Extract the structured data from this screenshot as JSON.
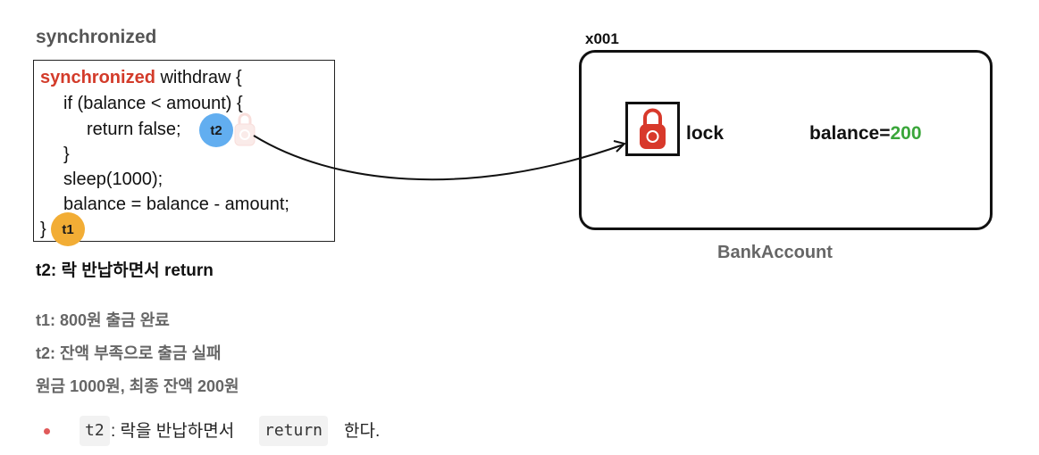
{
  "title": "synchronized",
  "code": {
    "line1_kw": "synchronized",
    "line1_rest": " withdraw {",
    "line2": "if (balance < amount) {",
    "line3": "return false;",
    "line4": "}",
    "line5": "sleep(1000);",
    "line6": "balance = balance - amount;",
    "line7": "}"
  },
  "threads": {
    "t2": "t2",
    "t1": "t1"
  },
  "caption": "t2: 락 반납하면서 return",
  "info_lines": [
    "t1: 800원 출금 완료",
    "t2: 잔액 부족으로 출금 실패",
    "원금 1000원, 최종 잔액 200원"
  ],
  "object": {
    "address": "x001",
    "lock_label": "lock",
    "balance_label": "balance=",
    "balance_value": "200",
    "name": "BankAccount"
  },
  "note": {
    "code1": "t2",
    "text1": ": 락을 반납하면서",
    "code2": "return",
    "text2": "한다."
  },
  "colors": {
    "keyword": "#d33b2a",
    "t2_badge": "#62aef0",
    "t1_badge": "#f2ad35",
    "lock_icon": "#d8392b",
    "balance_value": "#3aa63a",
    "bullet": "#e05a5a"
  },
  "icons": [
    "lock-icon",
    "faded-lock-icon",
    "arrow-connector",
    "bullet-dot"
  ]
}
